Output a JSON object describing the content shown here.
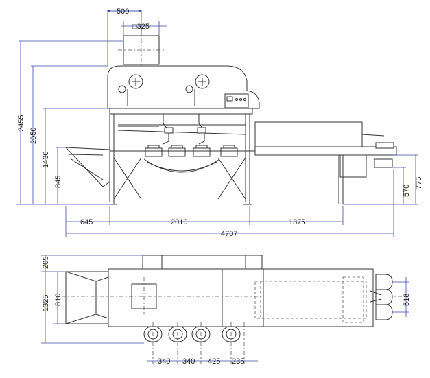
{
  "colors": {
    "line": "#333333",
    "dimension": "#3b4aa8",
    "background": "#ffffff"
  },
  "front_view": {
    "top_width": "500",
    "inlet_size": "□325",
    "overall_height": "2455",
    "body_height": "2050",
    "frame_height": "1430",
    "hopper_height": "845",
    "outlet_height_1": "570",
    "outlet_height_2": "775",
    "length_feed": "645",
    "length_frame": "2010",
    "length_outlet": "1375",
    "overall_length": "4707"
  },
  "top_view": {
    "offset": "205",
    "inner_width": "810",
    "overall_width": "1325",
    "outlet_spacing": "518",
    "pitch_1": "340",
    "pitch_2": "340",
    "pitch_3": "425",
    "pitch_4": "235"
  }
}
